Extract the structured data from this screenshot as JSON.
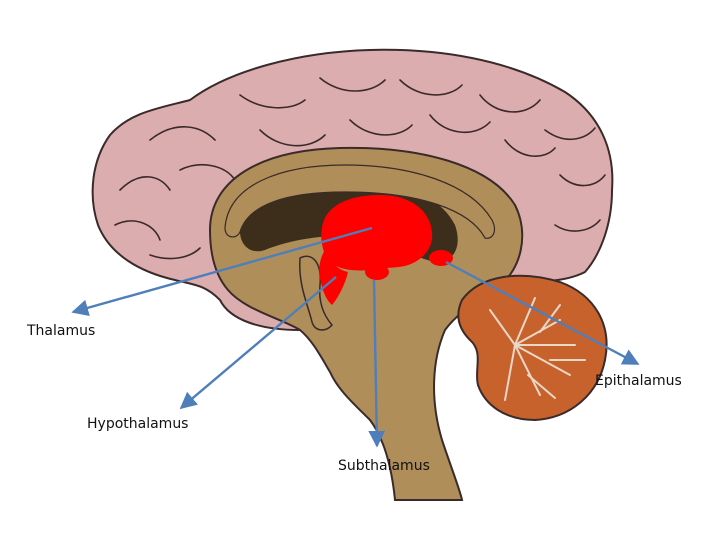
{
  "labels": {
    "thalamus": "Thalamus",
    "epithalamus": "Epithalamus",
    "hypothalamus": "Hypothalamus",
    "subthalamus": "Subthalamus"
  },
  "colors": {
    "cortex": "#dcadaf",
    "cortex_outline": "#3a2a2a",
    "white_matter": "#b08e5a",
    "ventricle": "#3d2e1c",
    "thalamic_structures": "#ff0000",
    "cerebellum": "#c8622d",
    "arbor_vitae": "#e9d7c8",
    "arrow": "#4f7fba"
  }
}
